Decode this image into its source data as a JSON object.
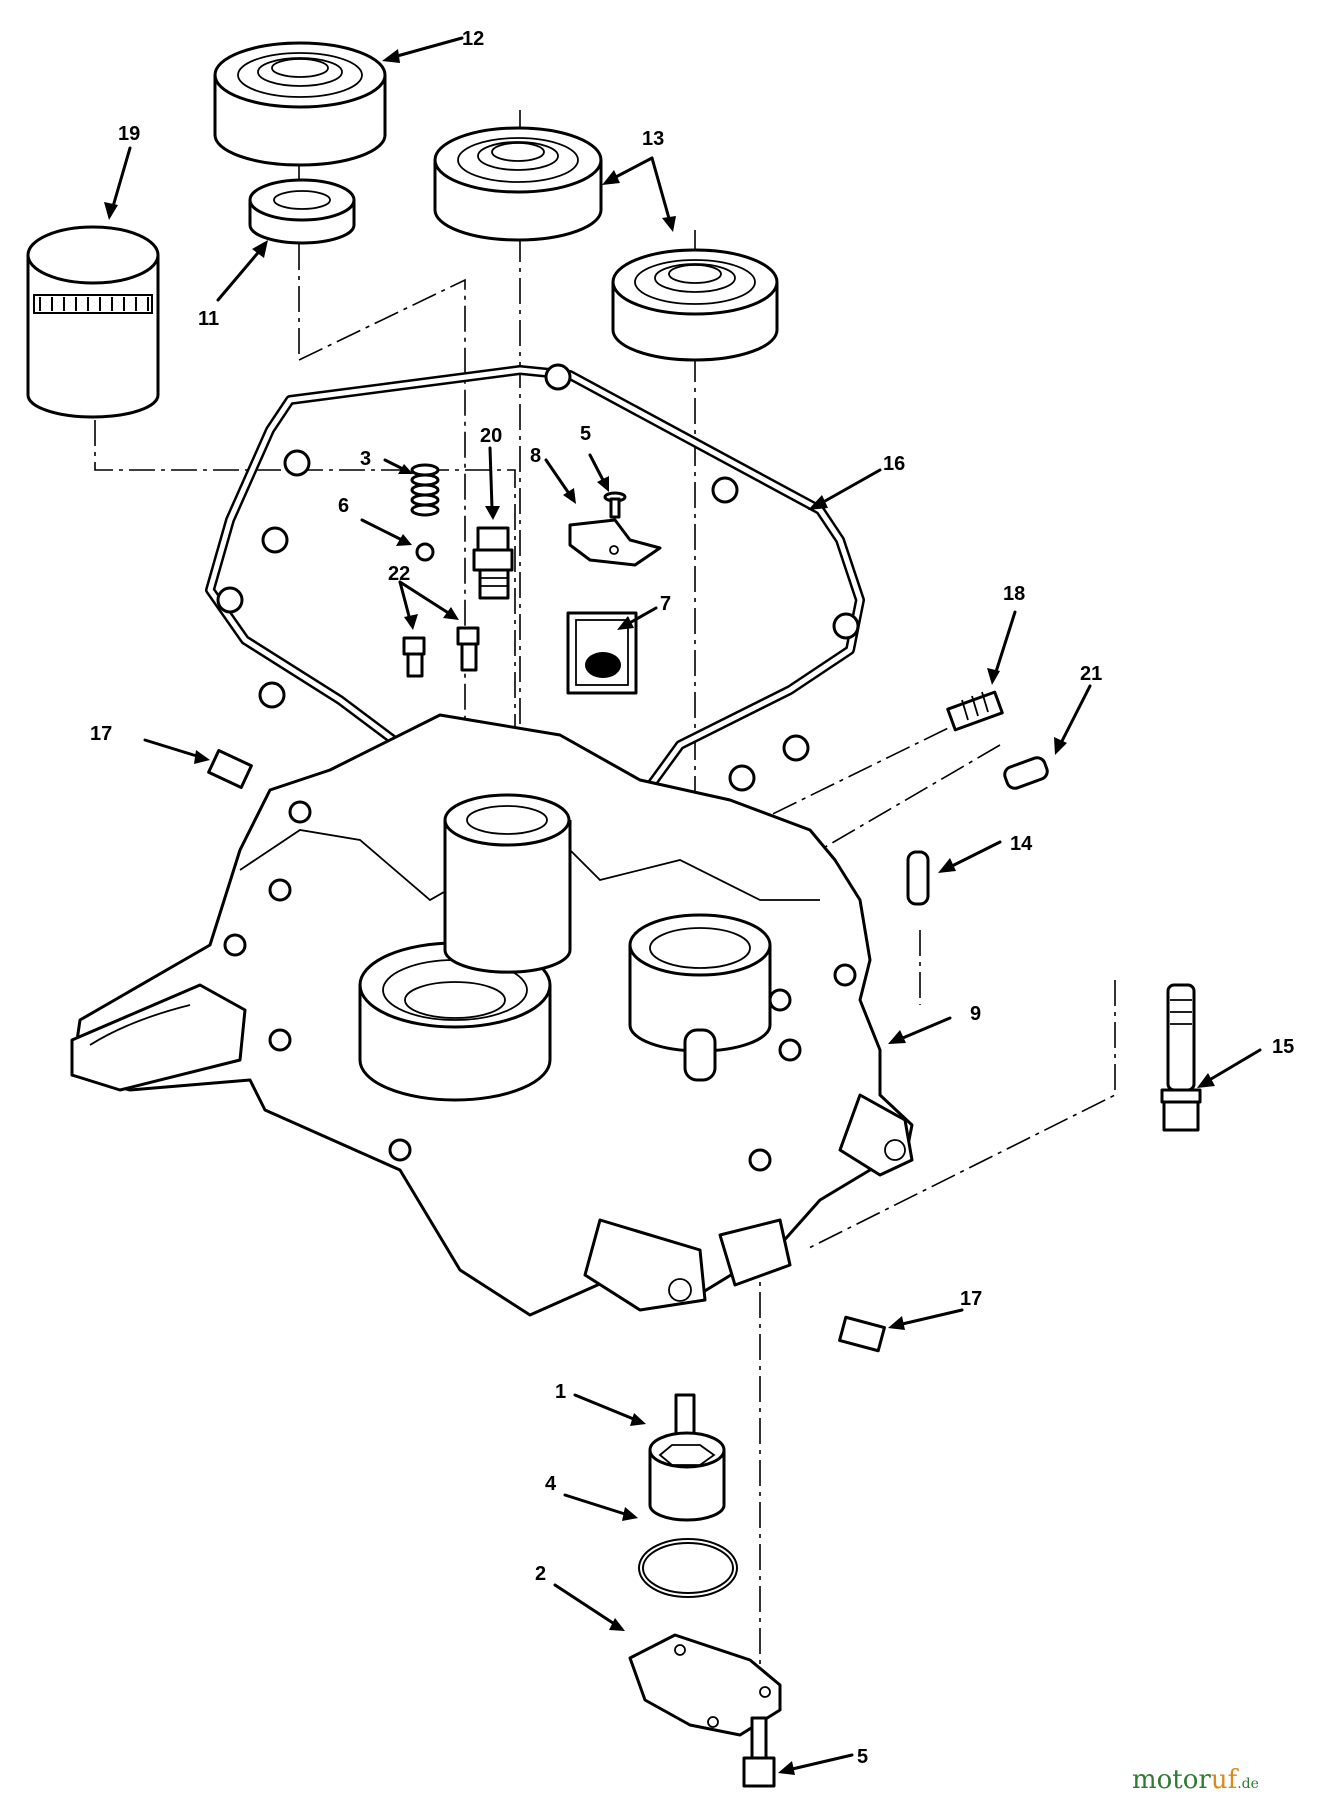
{
  "labels": {
    "p1": "1",
    "p2": "2",
    "p3": "3",
    "p4": "4",
    "p5a": "5",
    "p5b": "5",
    "p6": "6",
    "p7": "7",
    "p8": "8",
    "p9": "9",
    "p11": "11",
    "p12": "12",
    "p13": "13",
    "p14": "14",
    "p15": "15",
    "p16": "16",
    "p17a": "17",
    "p17b": "17",
    "p18": "18",
    "p19": "19",
    "p20": "20",
    "p21": "21",
    "p22": "22"
  },
  "watermark": {
    "brand_a": "motor",
    "brand_b": "uf",
    "tld": ".de"
  }
}
